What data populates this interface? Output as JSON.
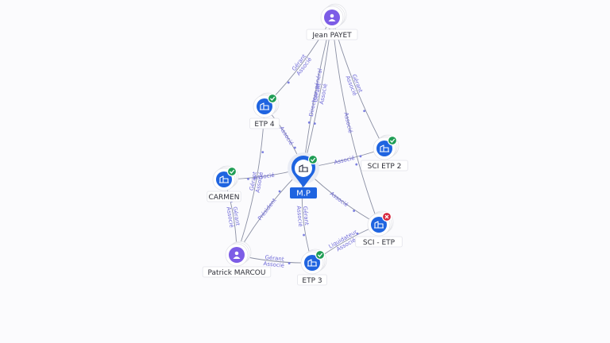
{
  "graph": {
    "central": {
      "id": "mp",
      "label": "M.P",
      "type": "company",
      "status": "active"
    },
    "nodes": [
      {
        "id": "jean",
        "label": "Jean PAYET",
        "type": "person",
        "icon": "person-icon"
      },
      {
        "id": "etp4",
        "label": "ETP 4",
        "type": "company",
        "status": "active",
        "icon": "building-icon"
      },
      {
        "id": "sciEtp2",
        "label": "SCI ETP 2",
        "type": "company",
        "status": "active",
        "icon": "building-icon"
      },
      {
        "id": "carmen",
        "label": "CARMEN",
        "type": "company",
        "status": "active",
        "icon": "building-icon"
      },
      {
        "id": "sciEtp",
        "label": "SCI - ETP",
        "type": "company",
        "status": "closed",
        "icon": "building-icon"
      },
      {
        "id": "patrick",
        "label": "Patrick MARCOU",
        "type": "person",
        "icon": "person-icon"
      },
      {
        "id": "etp3",
        "label": "ETP 3",
        "type": "company",
        "status": "active",
        "icon": "building-icon"
      }
    ],
    "edges": [
      {
        "from": "jean",
        "to": "etp4",
        "labels": [
          "Gérant",
          "Associé"
        ]
      },
      {
        "from": "jean",
        "to": "mp",
        "labels": [
          "Directeur général"
        ]
      },
      {
        "from": "jean",
        "to": "mp",
        "labels": [
          "Gérant",
          "Associé"
        ]
      },
      {
        "from": "jean",
        "to": "sciEtp2",
        "labels": [
          "Gérant",
          "Associé"
        ]
      },
      {
        "from": "jean",
        "to": "sciEtp",
        "labels": [
          "Associé"
        ]
      },
      {
        "from": "etp4",
        "to": "mp",
        "labels": [
          "Associé"
        ]
      },
      {
        "from": "mp",
        "to": "sciEtp2",
        "labels": [
          "Associé"
        ]
      },
      {
        "from": "mp",
        "to": "sciEtp",
        "labels": [
          "Associé"
        ]
      },
      {
        "from": "mp",
        "to": "carmen",
        "labels": [
          "Associé"
        ]
      },
      {
        "from": "patrick",
        "to": "carmen",
        "labels": [
          "Gérant",
          "Associé"
        ]
      },
      {
        "from": "patrick",
        "to": "etp4",
        "labels": [
          "Gérant",
          "Associé"
        ]
      },
      {
        "from": "patrick",
        "to": "mp",
        "labels": [
          "Président"
        ]
      },
      {
        "from": "patrick",
        "to": "etp3",
        "labels": [
          "Gérant",
          "Associé"
        ]
      },
      {
        "from": "etp3",
        "to": "sciEtp",
        "labels": [
          "Liquidateur",
          "Associé"
        ]
      },
      {
        "from": "mp",
        "to": "etp3",
        "labels": [
          "Gérant",
          "Associé"
        ]
      }
    ]
  },
  "colors": {
    "company": "#1f64e0",
    "person": "#7c5ce6",
    "active_badge": "#1f9d55",
    "closed_badge": "#d6263d",
    "edge": "#8a8fa3",
    "edge_label": "#6f6ad8"
  }
}
